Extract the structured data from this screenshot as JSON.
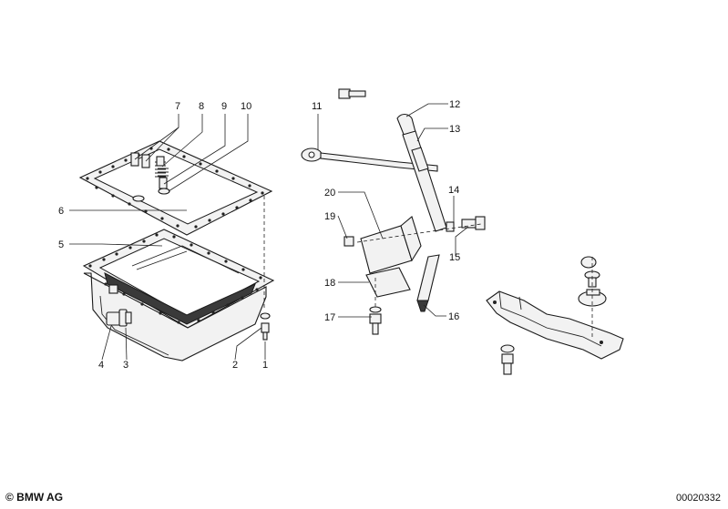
{
  "footer": {
    "copyright": "© BMW AG",
    "drawing_number": "00020332"
  },
  "labels": {
    "p1": "1",
    "p2": "2",
    "p3": "3",
    "p4": "4",
    "p5": "5",
    "p6": "6",
    "p7": "7",
    "p8": "8",
    "p9": "9",
    "p10": "10",
    "p11": "11",
    "p12": "12",
    "p13": "13",
    "p14": "14",
    "p15": "15",
    "p16": "16",
    "p17": "17",
    "p18": "18",
    "p19": "19",
    "p20": "20"
  }
}
